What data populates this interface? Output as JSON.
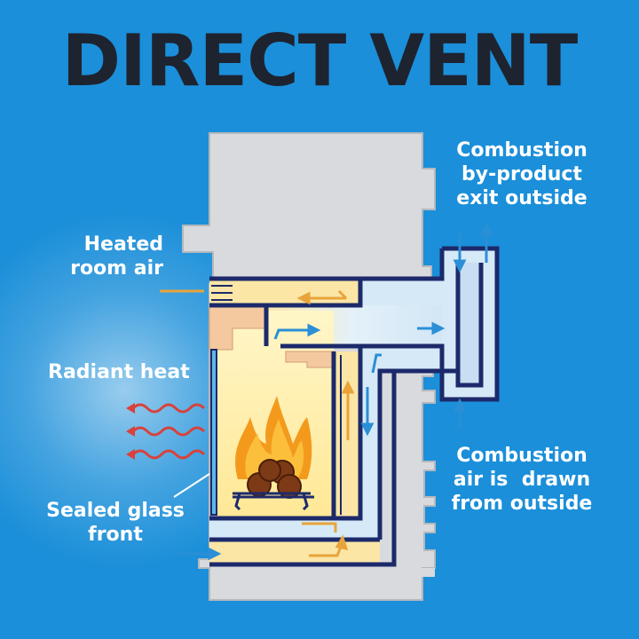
{
  "title": "DIRECT VENT",
  "labels": {
    "exhaust": "Combustion\nby-product\nexit outside",
    "heated_air": "Heated\nroom air",
    "radiant": "Radiant heat",
    "glass": "Sealed glass\nfront",
    "intake": "Combustion\nair is  drawn\nfrom outside"
  },
  "colors": {
    "background": "#1b8fd9",
    "wall": "#d7d9dc",
    "outline": "#1c2a6b",
    "air_channel": "#d6e9f7",
    "heated_channel": "#fbe6a6",
    "flame": "#f39a1d",
    "log": "#7d3a16",
    "arrow_cool": "#2a8fd6",
    "arrow_warm": "#e8a43a",
    "radiant": "#d9413a"
  }
}
